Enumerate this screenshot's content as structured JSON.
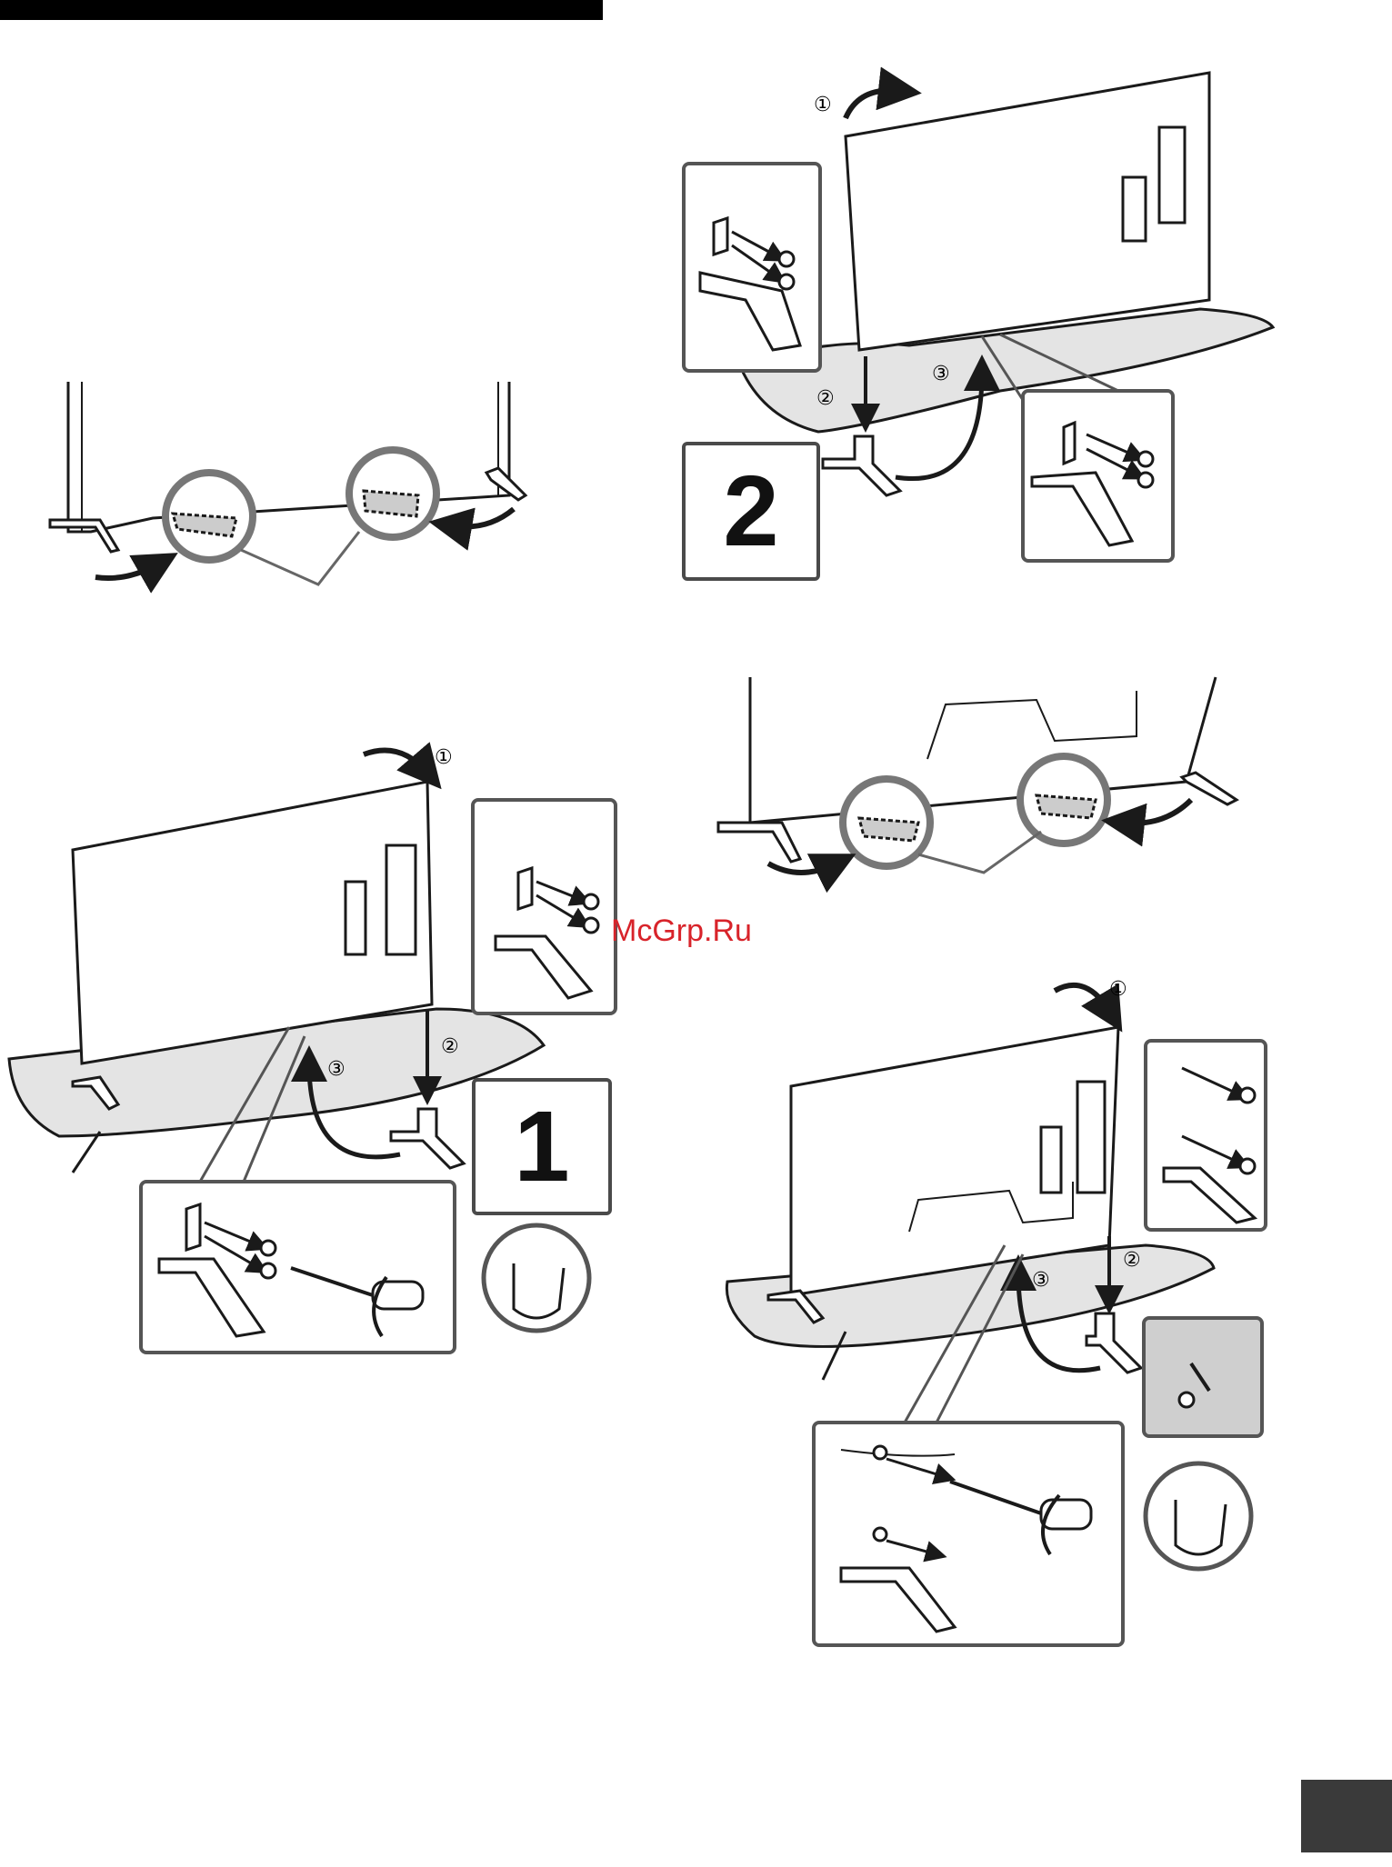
{
  "steps": {
    "step1": "1",
    "step2": "2"
  },
  "callouts": {
    "one": "①",
    "two": "②",
    "three": "③"
  },
  "watermark": "McGrp.Ru",
  "colors": {
    "tv_fill": "#ffffff",
    "table_fill": "#e4e4e4",
    "inset_border": "#555555",
    "watermark": "#d8232a",
    "outline": "#1a1a1a"
  }
}
